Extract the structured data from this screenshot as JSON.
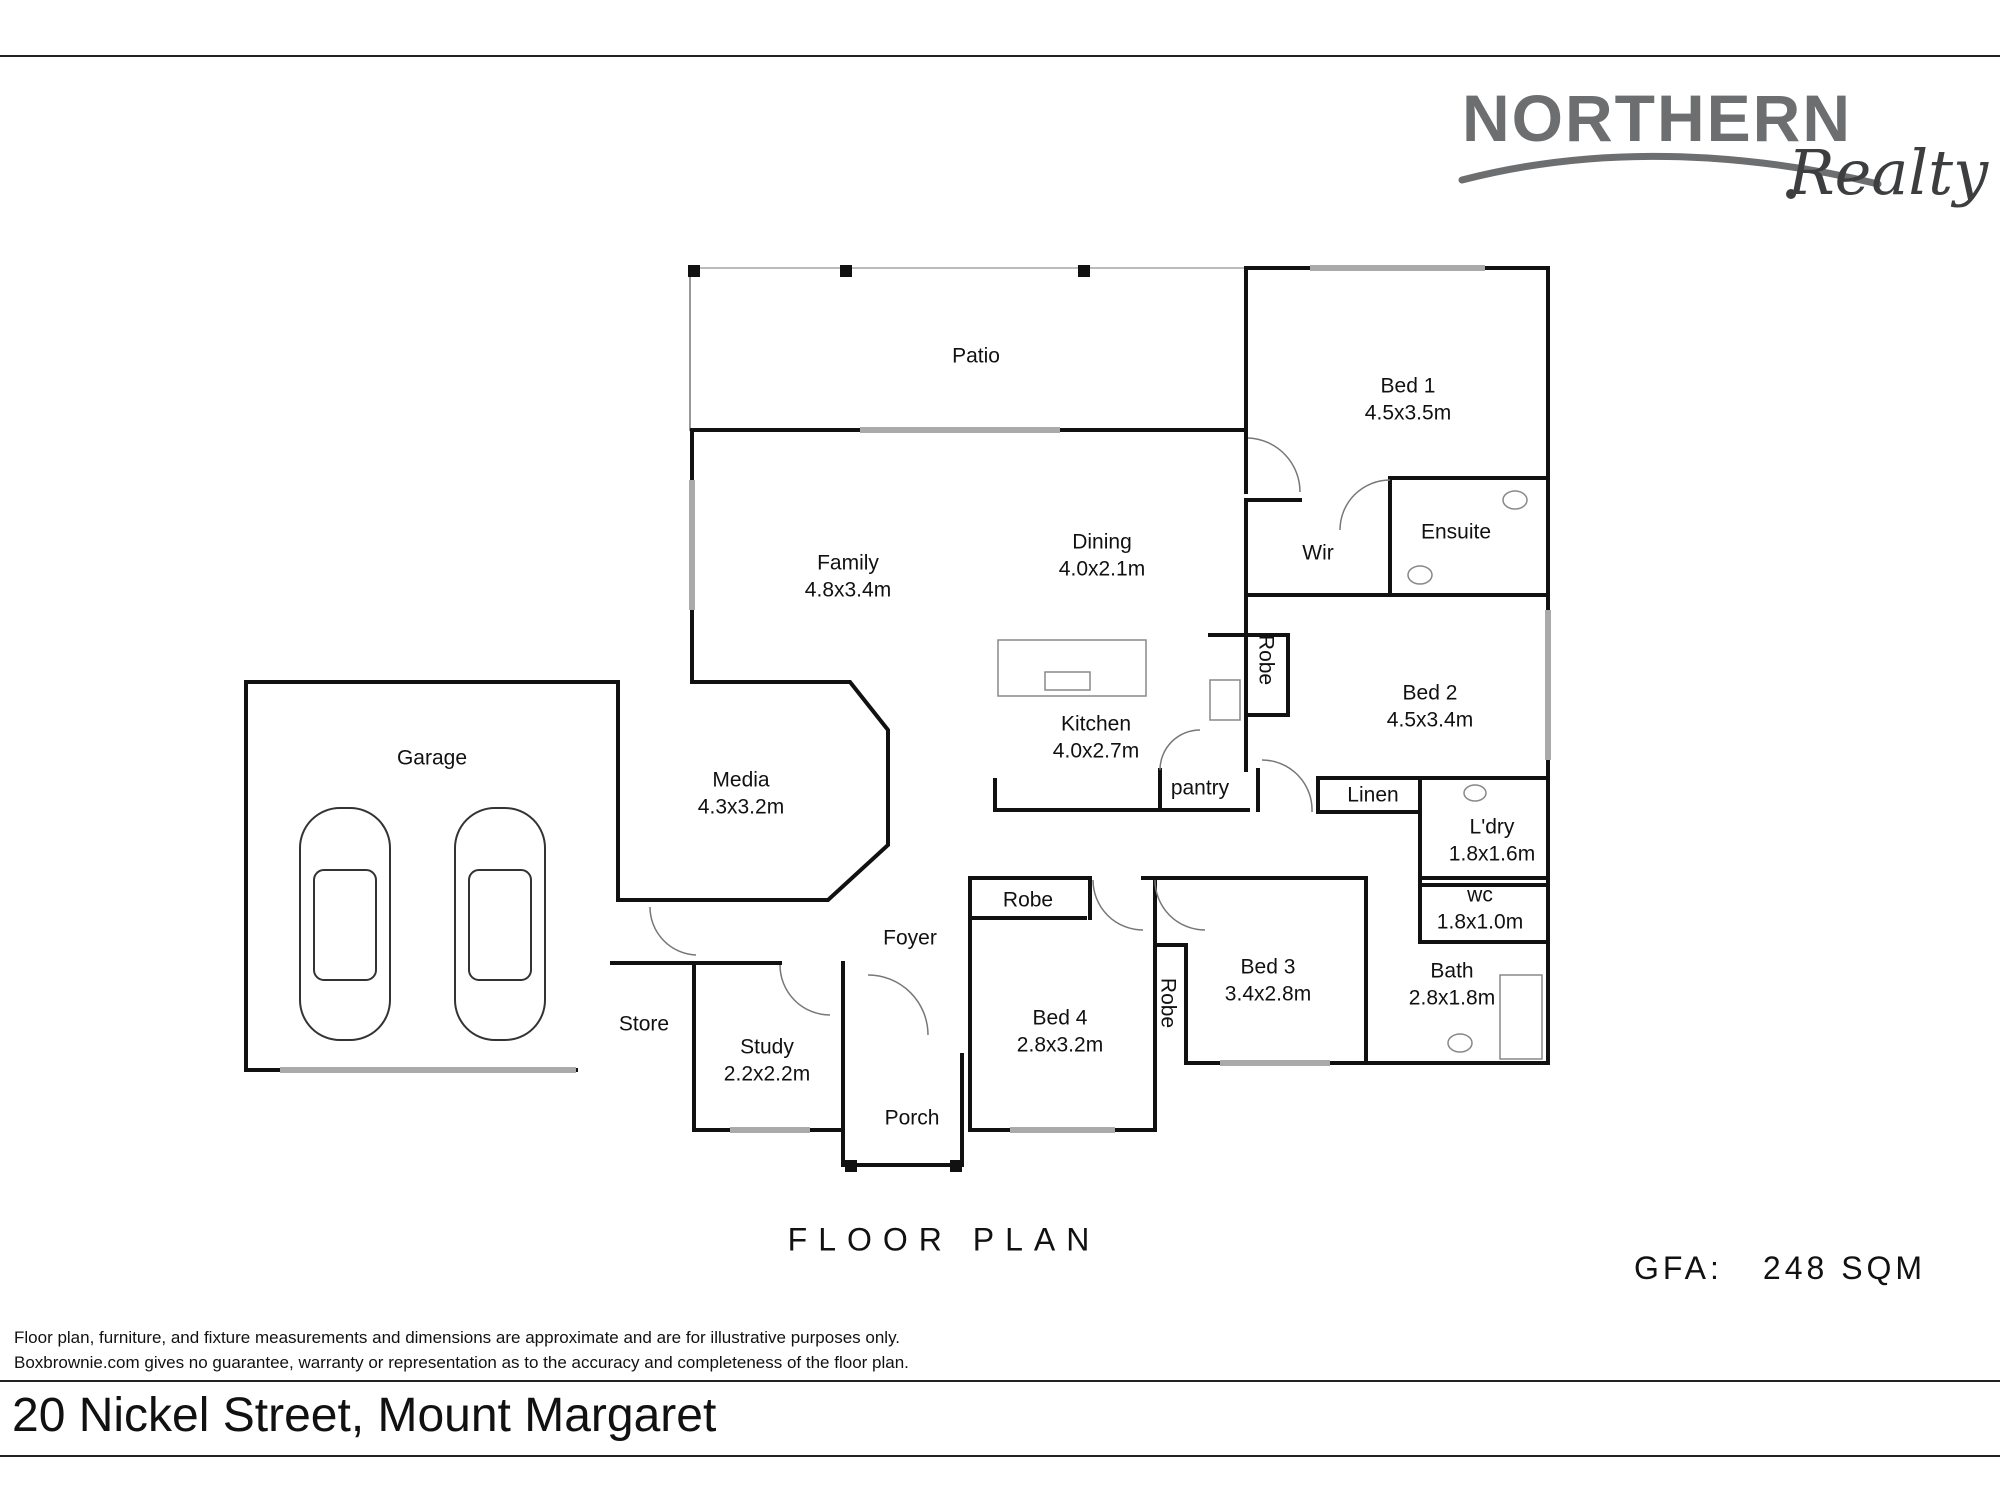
{
  "brand": {
    "main": "NORTHERN",
    "sub": "Realty",
    "color_main": "#6d6e70",
    "color_sub": "#3d3e40"
  },
  "rooms": {
    "patio": {
      "name": "Patio",
      "dims": ""
    },
    "bed1": {
      "name": "Bed 1",
      "dims": "4.5x3.5m"
    },
    "dining": {
      "name": "Dining",
      "dims": "4.0x2.1m"
    },
    "family": {
      "name": "Family",
      "dims": "4.8x3.4m"
    },
    "wir": {
      "name": "Wir",
      "dims": ""
    },
    "ensuite": {
      "name": "Ensuite",
      "dims": ""
    },
    "robe_bed2": {
      "name": "Robe",
      "dims": ""
    },
    "bed2": {
      "name": "Bed 2",
      "dims": "4.5x3.4m"
    },
    "kitchen": {
      "name": "Kitchen",
      "dims": "4.0x2.7m"
    },
    "pantry": {
      "name": "pantry",
      "dims": ""
    },
    "linen": {
      "name": "Linen",
      "dims": ""
    },
    "laundry": {
      "name": "L'dry",
      "dims": "1.8x1.6m"
    },
    "wc": {
      "name": "wc",
      "dims": "1.8x1.0m"
    },
    "garage": {
      "name": "Garage",
      "dims": ""
    },
    "media": {
      "name": "Media",
      "dims": "4.3x3.2m"
    },
    "robe_bed4": {
      "name": "Robe",
      "dims": ""
    },
    "foyer": {
      "name": "Foyer",
      "dims": ""
    },
    "bed3": {
      "name": "Bed 3",
      "dims": "3.4x2.8m"
    },
    "robe_bed3": {
      "name": "Robe",
      "dims": ""
    },
    "bath": {
      "name": "Bath",
      "dims": "2.8x1.8m"
    },
    "store": {
      "name": "Store",
      "dims": ""
    },
    "study": {
      "name": "Study",
      "dims": "2.2x2.2m"
    },
    "bed4": {
      "name": "Bed 4",
      "dims": "2.8x3.2m"
    },
    "porch": {
      "name": "Porch",
      "dims": ""
    }
  },
  "plan_title": "FLOOR PLAN",
  "gfa": {
    "label": "GFA:",
    "value": "248 SQM"
  },
  "disclaimer": [
    "Floor plan, furniture, and fixture measurements and dimensions are approximate and are for illustrative purposes only.",
    "Boxbrownie.com gives no guarantee, warranty or representation as to the accuracy and completeness of the floor plan."
  ],
  "address": "20 Nickel Street, Mount Margaret"
}
